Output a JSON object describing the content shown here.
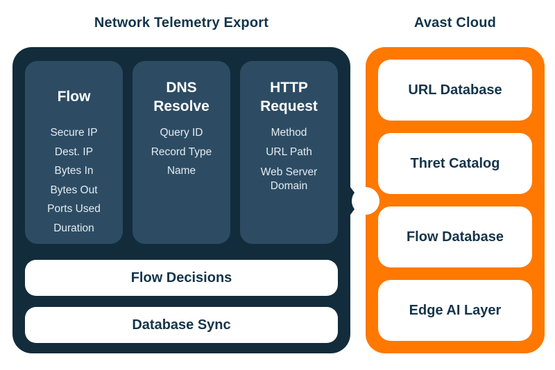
{
  "colors": {
    "navy": "#122C3C",
    "panel": "#2D4C63",
    "orange": "#FF7800",
    "ink": "#14344B",
    "item_text": "#E4EBF1",
    "card_bg": "#FFFFFF"
  },
  "titles": {
    "left": "Network Telemetry Export",
    "right": "Avast Cloud"
  },
  "telemetry": {
    "columns": [
      {
        "title": "Flow",
        "items": [
          "Secure IP",
          "Dest. IP",
          "Bytes In",
          "Bytes Out",
          "Ports Used",
          "Duration"
        ]
      },
      {
        "title": "DNS Resolve",
        "items": [
          "Query ID",
          "Record Type",
          "Name"
        ]
      },
      {
        "title": "HTTP Request",
        "items": [
          "Method",
          "URL Path",
          "Web Server Domain"
        ]
      }
    ],
    "bars": [
      "Flow Decisions",
      "Database Sync"
    ]
  },
  "cloud": {
    "items": [
      "URL Database",
      "Thret Catalog",
      "Flow Database",
      "Edge AI Layer"
    ]
  }
}
